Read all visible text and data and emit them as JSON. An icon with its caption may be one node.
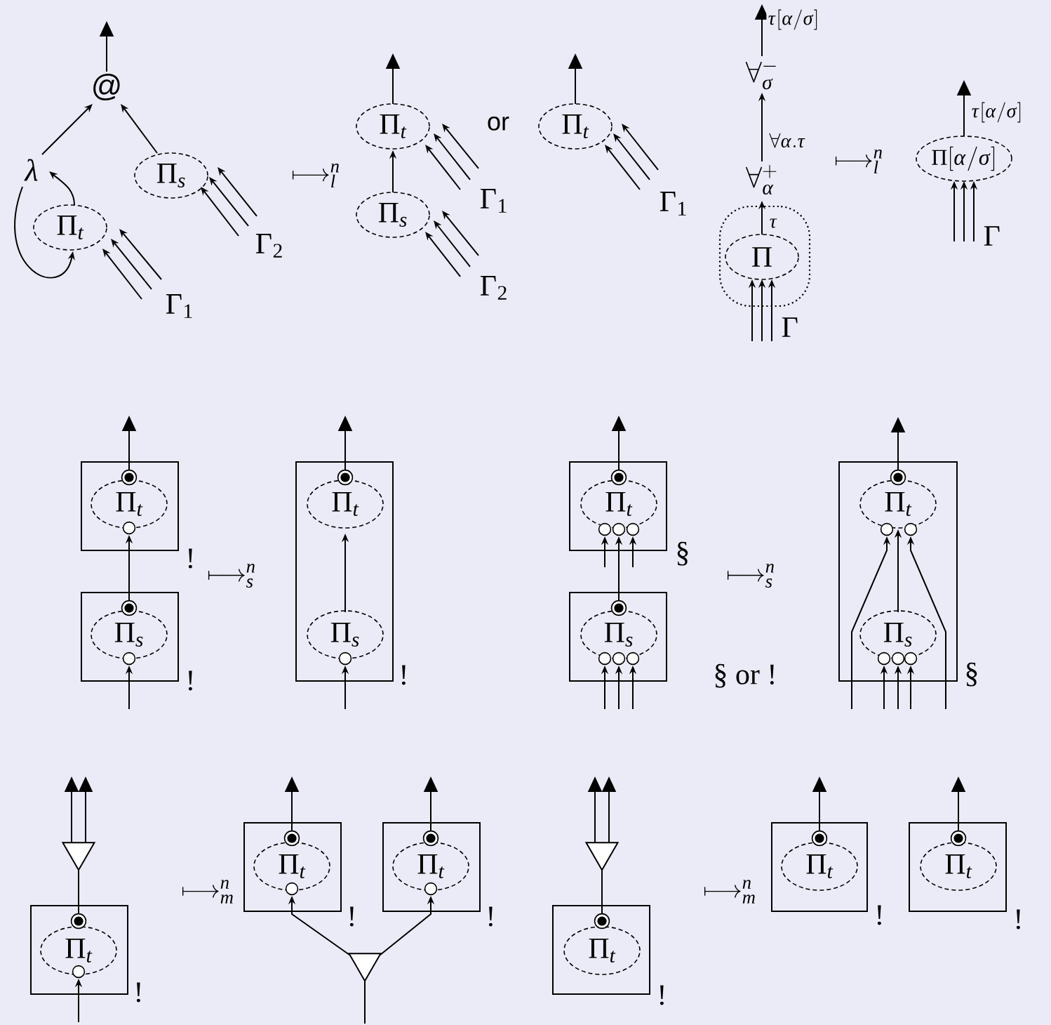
{
  "diagram": {
    "nodes": [
      {
        "text": [
          "@"
        ]
      },
      {
        "text": [
          "\\lambda"
        ]
      },
      {
        "text": [
          "\\Pi_t"
        ]
      },
      {
        "text": [
          "\\Pi_s"
        ]
      },
      {
        "text": [
          "\\Gamma_1"
        ]
      },
      {
        "text": [
          "\\Gamma_2"
        ]
      },
      {
        "text": [
          "\\Pi_t"
        ]
      },
      {
        "text": [
          "\\Pi_s"
        ]
      },
      {
        "text": [
          "\\Gamma_1"
        ]
      },
      {
        "text": [
          "\\Gamma_2"
        ]
      },
      {
        "text": [
          "\\Pi_t"
        ]
      },
      {
        "text": [
          "\\Gamma_1"
        ]
      },
      {
        "text": [
          "\\forall^{-}_{\\sigma}"
        ]
      },
      {
        "text": [
          "\\forall^{+}_{\\alpha}"
        ]
      },
      {
        "text": [],
        "shape": "box"
      },
      {
        "text": [
          "\\Pi"
        ],
        "in": 14
      },
      {
        "text": [
          "\\Gamma"
        ]
      },
      {
        "text": [
          "\\Pi[\\alpha/\\sigma]"
        ]
      },
      {
        "text": [
          "\\Gamma"
        ]
      },
      {
        "text": [],
        "shape": "box",
        "beside": [
          "!"
        ]
      },
      {
        "text": [
          "\\Pi_t"
        ],
        "in": 19
      },
      {
        "text": [],
        "shape": "box",
        "beside": [
          "!"
        ]
      },
      {
        "text": [
          "\\Pi_s"
        ],
        "in": 21
      },
      {
        "text": [],
        "shape": "box",
        "beside": [
          "!"
        ]
      },
      {
        "text": [
          "\\Pi_t"
        ],
        "in": 23
      },
      {
        "text": [
          "\\Pi_s"
        ],
        "in": 23
      },
      {
        "text": [],
        "shape": "box",
        "beside": [
          "§"
        ]
      },
      {
        "text": [
          "\\Pi_t"
        ],
        "in": 26
      },
      {
        "text": [],
        "shape": "box",
        "beside": [
          "§ or !"
        ]
      },
      {
        "text": [
          "\\Pi_s"
        ],
        "in": 28
      },
      {
        "text": [],
        "shape": "box",
        "beside": [
          "§"
        ]
      },
      {
        "text": [
          "\\Pi_t"
        ],
        "in": 30
      },
      {
        "text": [
          "\\Pi_s"
        ],
        "in": 30
      },
      {
        "text": [],
        "shape": "triangle"
      },
      {
        "text": [],
        "shape": "box",
        "beside": [
          "!"
        ]
      },
      {
        "text": [
          "\\Pi_t"
        ],
        "in": 34
      },
      {
        "text": [],
        "shape": "box",
        "beside": [
          "!"
        ]
      },
      {
        "text": [
          "\\Pi_t"
        ],
        "in": 36
      },
      {
        "text": [],
        "shape": "box",
        "beside": [
          "!"
        ]
      },
      {
        "text": [
          "\\Pi_t"
        ],
        "in": 38
      },
      {
        "text": [],
        "shape": "triangle"
      },
      {
        "text": [],
        "shape": "triangle"
      },
      {
        "text": [],
        "shape": "box",
        "beside": [
          "!"
        ]
      },
      {
        "text": [
          "\\Pi_t"
        ],
        "in": 42
      },
      {
        "text": [],
        "shape": "box",
        "beside": [
          "!"
        ]
      },
      {
        "text": [
          "\\Pi_t"
        ],
        "in": 44
      },
      {
        "text": [],
        "shape": "box",
        "beside": [
          "!"
        ]
      },
      {
        "text": [
          "\\Pi_t"
        ],
        "in": 46
      }
    ],
    "edges": [
      {
        "from": 0,
        "to": null,
        "arrow": "to"
      },
      {
        "from": 1,
        "to": 0,
        "arrow": "to"
      },
      {
        "from": 3,
        "to": 0,
        "arrow": "to"
      },
      {
        "from": 2,
        "to": 1,
        "arrow": "to"
      },
      {
        "from": 1,
        "to": 2,
        "arrow": "to"
      },
      {
        "from": 4,
        "to": 2,
        "arrow": "to"
      },
      {
        "from": 4,
        "to": 2,
        "arrow": "to"
      },
      {
        "from": 4,
        "to": 2,
        "arrow": "to"
      },
      {
        "from": 5,
        "to": 3,
        "arrow": "to"
      },
      {
        "from": 5,
        "to": 3,
        "arrow": "to"
      },
      {
        "from": 5,
        "to": 3,
        "arrow": "to"
      },
      {
        "from": 6,
        "to": null,
        "arrow": "to"
      },
      {
        "from": 7,
        "to": 6,
        "arrow": "to"
      },
      {
        "from": 8,
        "to": 6,
        "arrow": "to"
      },
      {
        "from": 8,
        "to": 6,
        "arrow": "to"
      },
      {
        "from": 8,
        "to": 6,
        "arrow": "to"
      },
      {
        "from": 9,
        "to": 7,
        "arrow": "to"
      },
      {
        "from": 9,
        "to": 7,
        "arrow": "to"
      },
      {
        "from": 9,
        "to": 7,
        "arrow": "to"
      },
      {
        "from": 10,
        "to": null,
        "arrow": "to"
      },
      {
        "from": 11,
        "to": 10,
        "arrow": "to"
      },
      {
        "from": 11,
        "to": 10,
        "arrow": "to"
      },
      {
        "from": 11,
        "to": 10,
        "arrow": "to"
      },
      {
        "from": 12,
        "to": null,
        "arrow": "to",
        "label": "\\tau[\\alpha/\\sigma]"
      },
      {
        "from": 13,
        "to": 12,
        "arrow": "to",
        "label": "\\forall\\alpha.\\tau"
      },
      {
        "from": 15,
        "to": 13,
        "arrow": "to",
        "label": "\\tau"
      },
      {
        "from": 16,
        "to": 15,
        "arrow": "to"
      },
      {
        "from": 16,
        "to": 15,
        "arrow": "to"
      },
      {
        "from": 16,
        "to": 15,
        "arrow": "to"
      },
      {
        "from": 17,
        "to": null,
        "arrow": "to",
        "label": "\\tau[\\alpha/\\sigma]"
      },
      {
        "from": 18,
        "to": 17,
        "arrow": "to"
      },
      {
        "from": 18,
        "to": 17,
        "arrow": "to"
      },
      {
        "from": 18,
        "to": 17,
        "arrow": "to"
      },
      {
        "from": 20,
        "to": null,
        "arrow": "to"
      },
      {
        "from": 22,
        "to": 20,
        "arrow": "to"
      },
      {
        "from": null,
        "to": 22,
        "arrow": "to"
      },
      {
        "from": 24,
        "to": null,
        "arrow": "to"
      },
      {
        "from": 25,
        "to": 24,
        "arrow": "to"
      },
      {
        "from": null,
        "to": 25,
        "arrow": "to"
      },
      {
        "from": 27,
        "to": null,
        "arrow": "to"
      },
      {
        "from": 29,
        "to": 27,
        "arrow": "to"
      },
      {
        "from": null,
        "to": 27,
        "arrow": "to"
      },
      {
        "from": null,
        "to": 27,
        "arrow": "to"
      },
      {
        "from": null,
        "to": 29,
        "arrow": "to"
      },
      {
        "from": null,
        "to": 29,
        "arrow": "to"
      },
      {
        "from": null,
        "to": 29,
        "arrow": "to"
      },
      {
        "from": 31,
        "to": null,
        "arrow": "to"
      },
      {
        "from": 32,
        "to": 31,
        "arrow": "to"
      },
      {
        "from": null,
        "to": 31,
        "arrow": "to"
      },
      {
        "from": null,
        "to": 31,
        "arrow": "to"
      },
      {
        "from": null,
        "to": 32,
        "arrow": "to"
      },
      {
        "from": null,
        "to": 32,
        "arrow": "to"
      },
      {
        "from": null,
        "to": 32,
        "arrow": "to"
      },
      {
        "from": 33,
        "to": null,
        "arrow": "to"
      },
      {
        "from": 33,
        "to": null,
        "arrow": "to"
      },
      {
        "from": 35,
        "to": 33,
        "arrow": "none"
      },
      {
        "from": null,
        "to": 35,
        "arrow": "to"
      },
      {
        "from": 37,
        "to": null,
        "arrow": "to"
      },
      {
        "from": 39,
        "to": null,
        "arrow": "to"
      },
      {
        "from": 40,
        "to": 37,
        "arrow": "to"
      },
      {
        "from": 40,
        "to": 39,
        "arrow": "to"
      },
      {
        "from": 40,
        "to": null,
        "arrow": "none"
      },
      {
        "from": 41,
        "to": null,
        "arrow": "to"
      },
      {
        "from": 41,
        "to": null,
        "arrow": "to"
      },
      {
        "from": 43,
        "to": 41,
        "arrow": "none"
      },
      {
        "from": 45,
        "to": null,
        "arrow": "to"
      },
      {
        "from": 47,
        "to": null,
        "arrow": "to"
      }
    ],
    "labels": [
      "\\longmapsto^{n}_{l}",
      "or",
      "\\longmapsto^{n}_{l}",
      "\\longmapsto^{n}_{s}",
      "\\longmapsto^{n}_{s}",
      "\\longmapsto^{n}_{m}",
      "\\longmapsto^{n}_{m}"
    ]
  }
}
